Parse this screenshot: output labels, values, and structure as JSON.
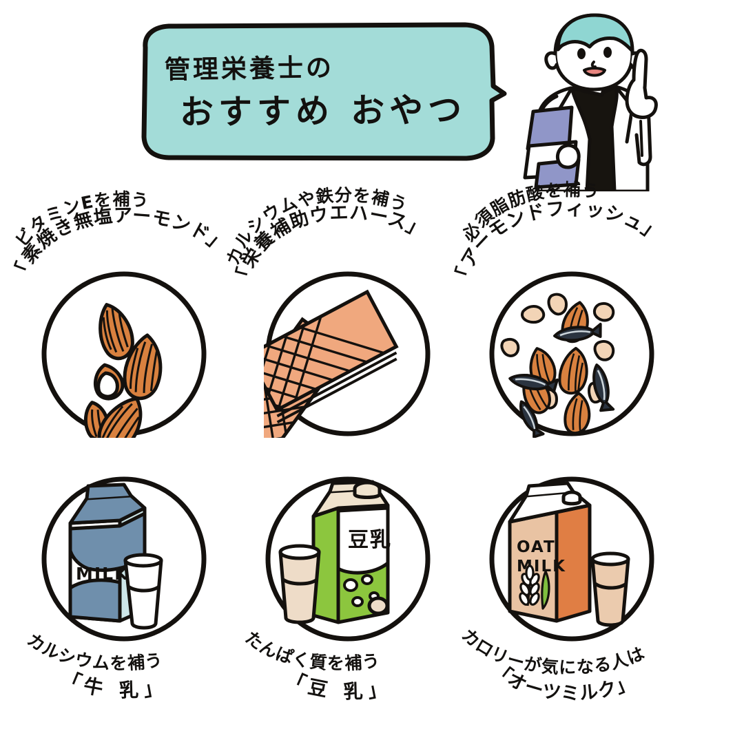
{
  "header": {
    "title_line1": "管理栄養士の",
    "title_line2": "おすすめ おやつ",
    "bubble_color": "#A3DCD8",
    "character": {
      "name": "registered-dietitian",
      "hair_color": "#8FD6D2",
      "coat_color": "#FFFFFF",
      "top_color": "#17140F",
      "clipboard_color": "#9096C8"
    }
  },
  "cards": [
    {
      "id": "almond",
      "benefit": "ビタミンEを補う",
      "product": "「素焼き無塩アーモンド」",
      "illustration": "almonds-icon",
      "colors": {
        "nut": "#D9813F",
        "nut_light": "#E8A06A"
      }
    },
    {
      "id": "wafer",
      "benefit": "カルシウムや鉄分を補う",
      "product": "「栄養補助ウエハース」",
      "illustration": "wafers-icon",
      "colors": {
        "wafer": "#F0A87E"
      }
    },
    {
      "id": "almond-fish",
      "benefit": "必須脂肪酸を補う",
      "product": "「アーモンドフィッシュ」",
      "illustration": "almond-fish-icon",
      "colors": {
        "nut": "#D9813F",
        "cashew": "#F2D4B6",
        "fish": "#2B3440"
      }
    },
    {
      "id": "milk",
      "benefit": "カルシウムを補う",
      "product": "「牛 乳」",
      "illustration": "milk-carton-icon",
      "carton_label": "MILK",
      "colors": {
        "carton": "#6F8FAC",
        "panel": "#CDE6E8",
        "glass": "#FFFFFF"
      }
    },
    {
      "id": "soymilk",
      "benefit": "たんぱく質を補う",
      "product": "「豆 乳」",
      "illustration": "soymilk-carton-icon",
      "carton_label": "豆乳",
      "colors": {
        "carton": "#8CC63E",
        "cap": "#F0E3CE",
        "drink": "#EEDCC8"
      }
    },
    {
      "id": "oatmilk",
      "benefit": "カロリーが気になる人は",
      "product": "「オーツミルク」",
      "illustration": "oatmilk-carton-icon",
      "carton_label_line1": "OAT",
      "carton_label_line2": "MILK",
      "colors": {
        "front": "#E9C3A3",
        "side": "#E07E44",
        "drink": "#EBCBAE"
      }
    }
  ]
}
